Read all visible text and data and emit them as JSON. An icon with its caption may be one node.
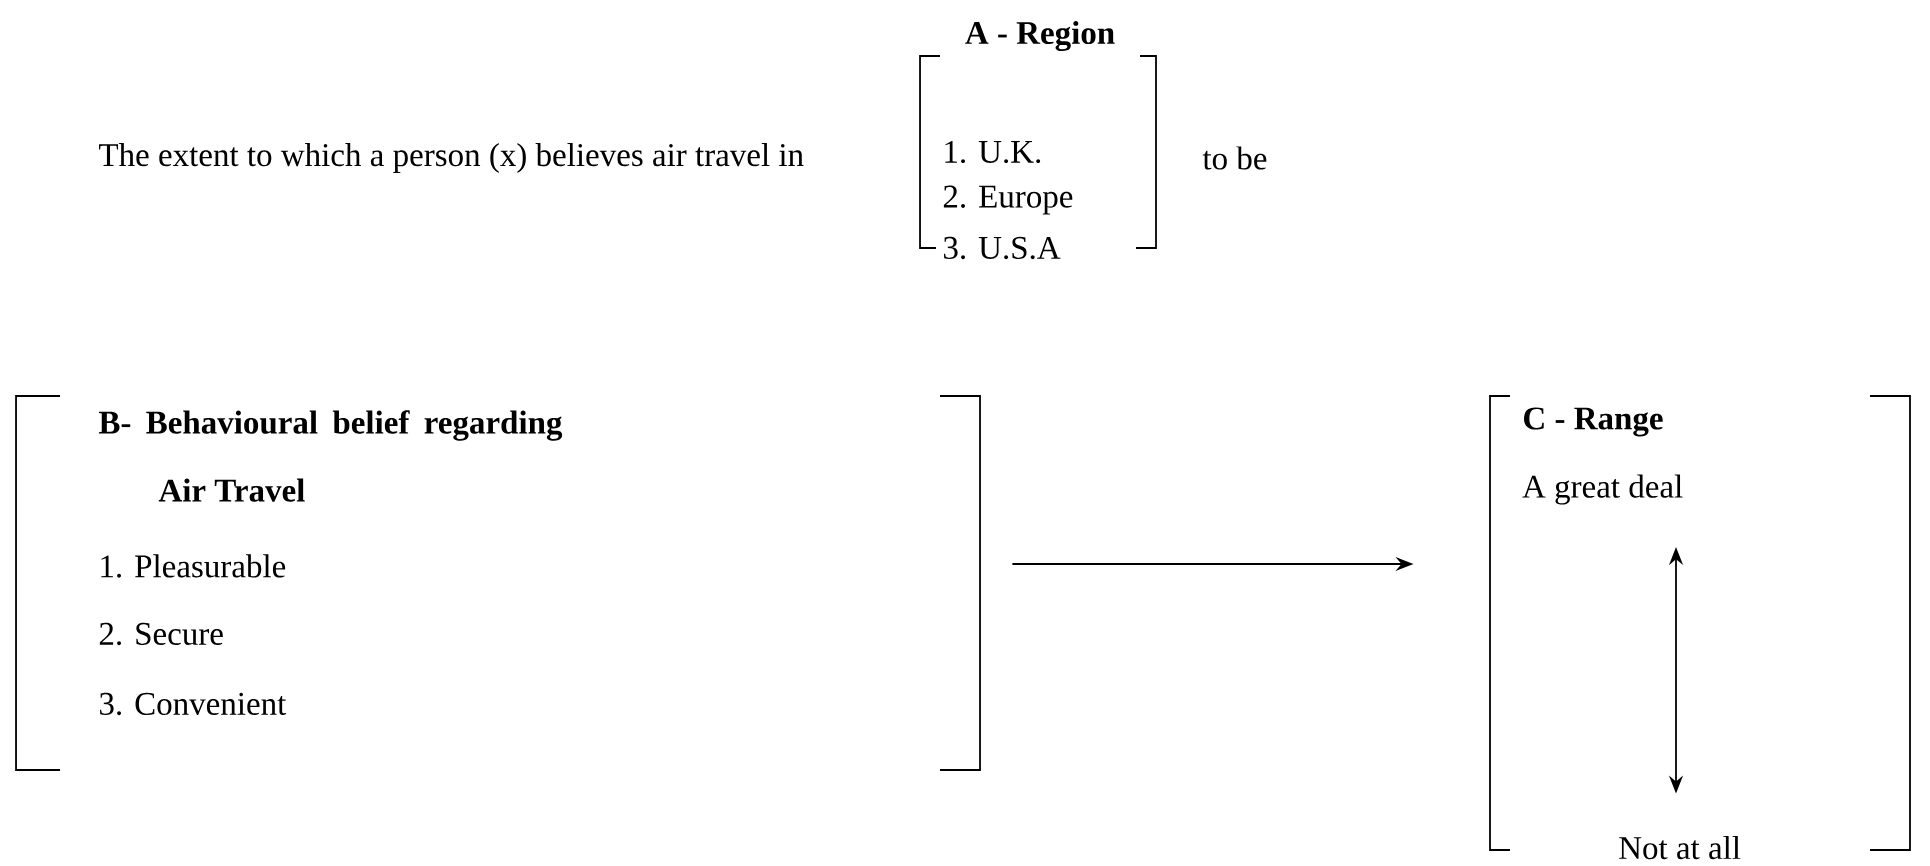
{
  "diagram": {
    "nodes": [
      {
        "text": [
          "A - Region",
          "1. U.K.",
          "2. Europe",
          "3. U.S.A"
        ]
      },
      {
        "text": [
          "B- Behavioural belief regarding Air Travel",
          "1. Pleasurable",
          "2. Secure",
          "3. Convenient"
        ]
      },
      {
        "text": [
          "C - Range"
        ]
      },
      {
        "text": [
          "A great deal"
        ],
        "in": 2
      },
      {
        "text": [
          "Not at all"
        ],
        "in": 2
      }
    ],
    "edges": [
      {
        "from": 1,
        "to": 2,
        "arrow": "to"
      },
      {
        "from": 3,
        "to": 4,
        "arrow": "both"
      }
    ],
    "labels": [
      "The extent to which a person (x) believes air travel in",
      "to be"
    ]
  }
}
